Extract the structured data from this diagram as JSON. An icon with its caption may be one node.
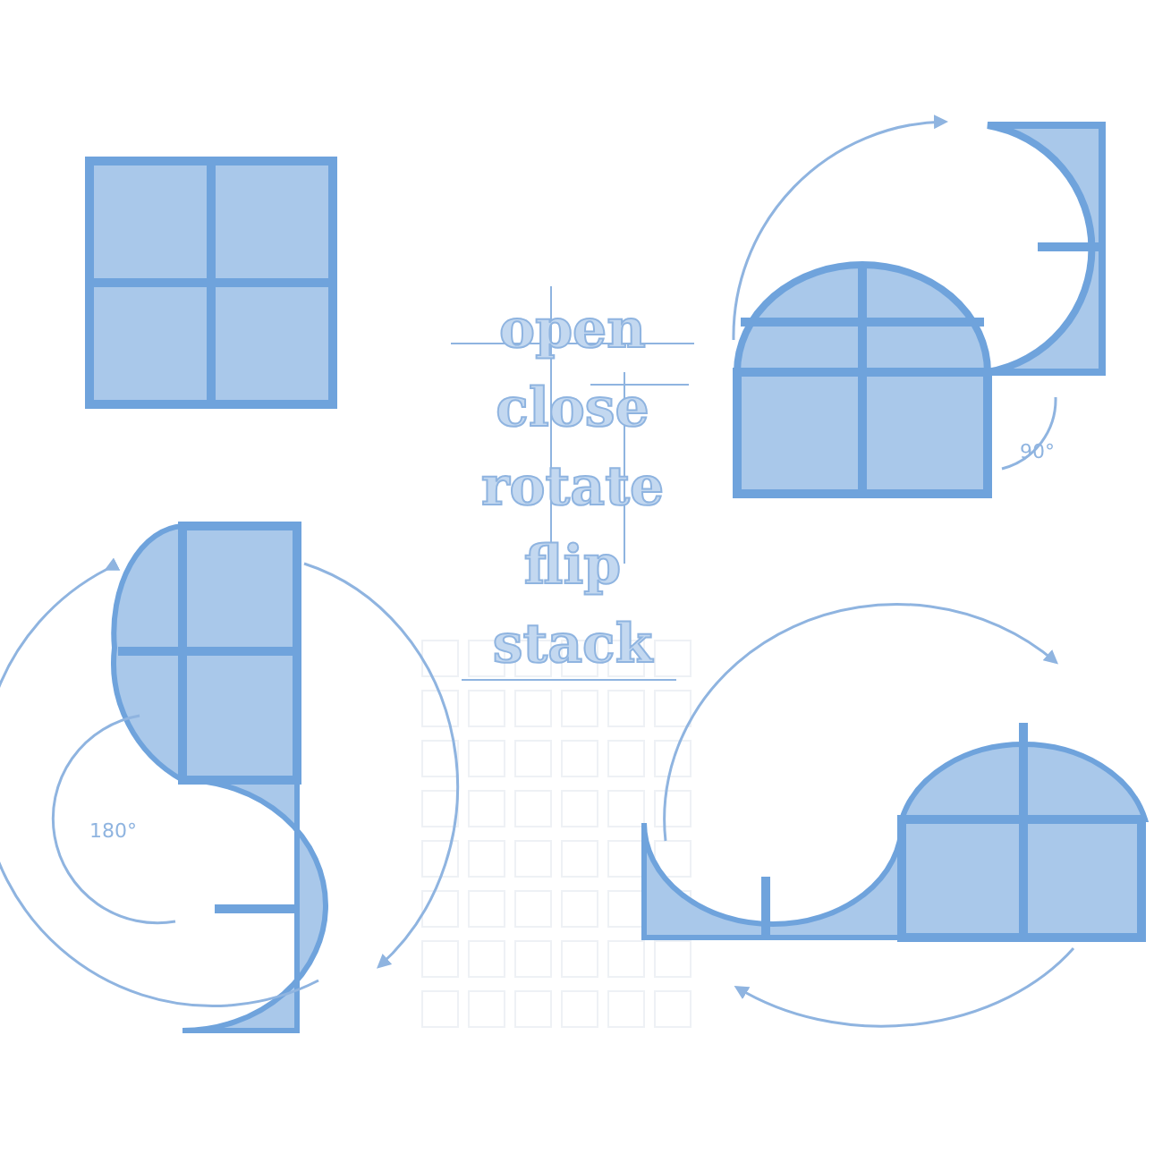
{
  "diagram": {
    "labels": [
      "open",
      "close",
      "rotate",
      "flip",
      "stack",
      "90°",
      "180°"
    ]
  }
}
